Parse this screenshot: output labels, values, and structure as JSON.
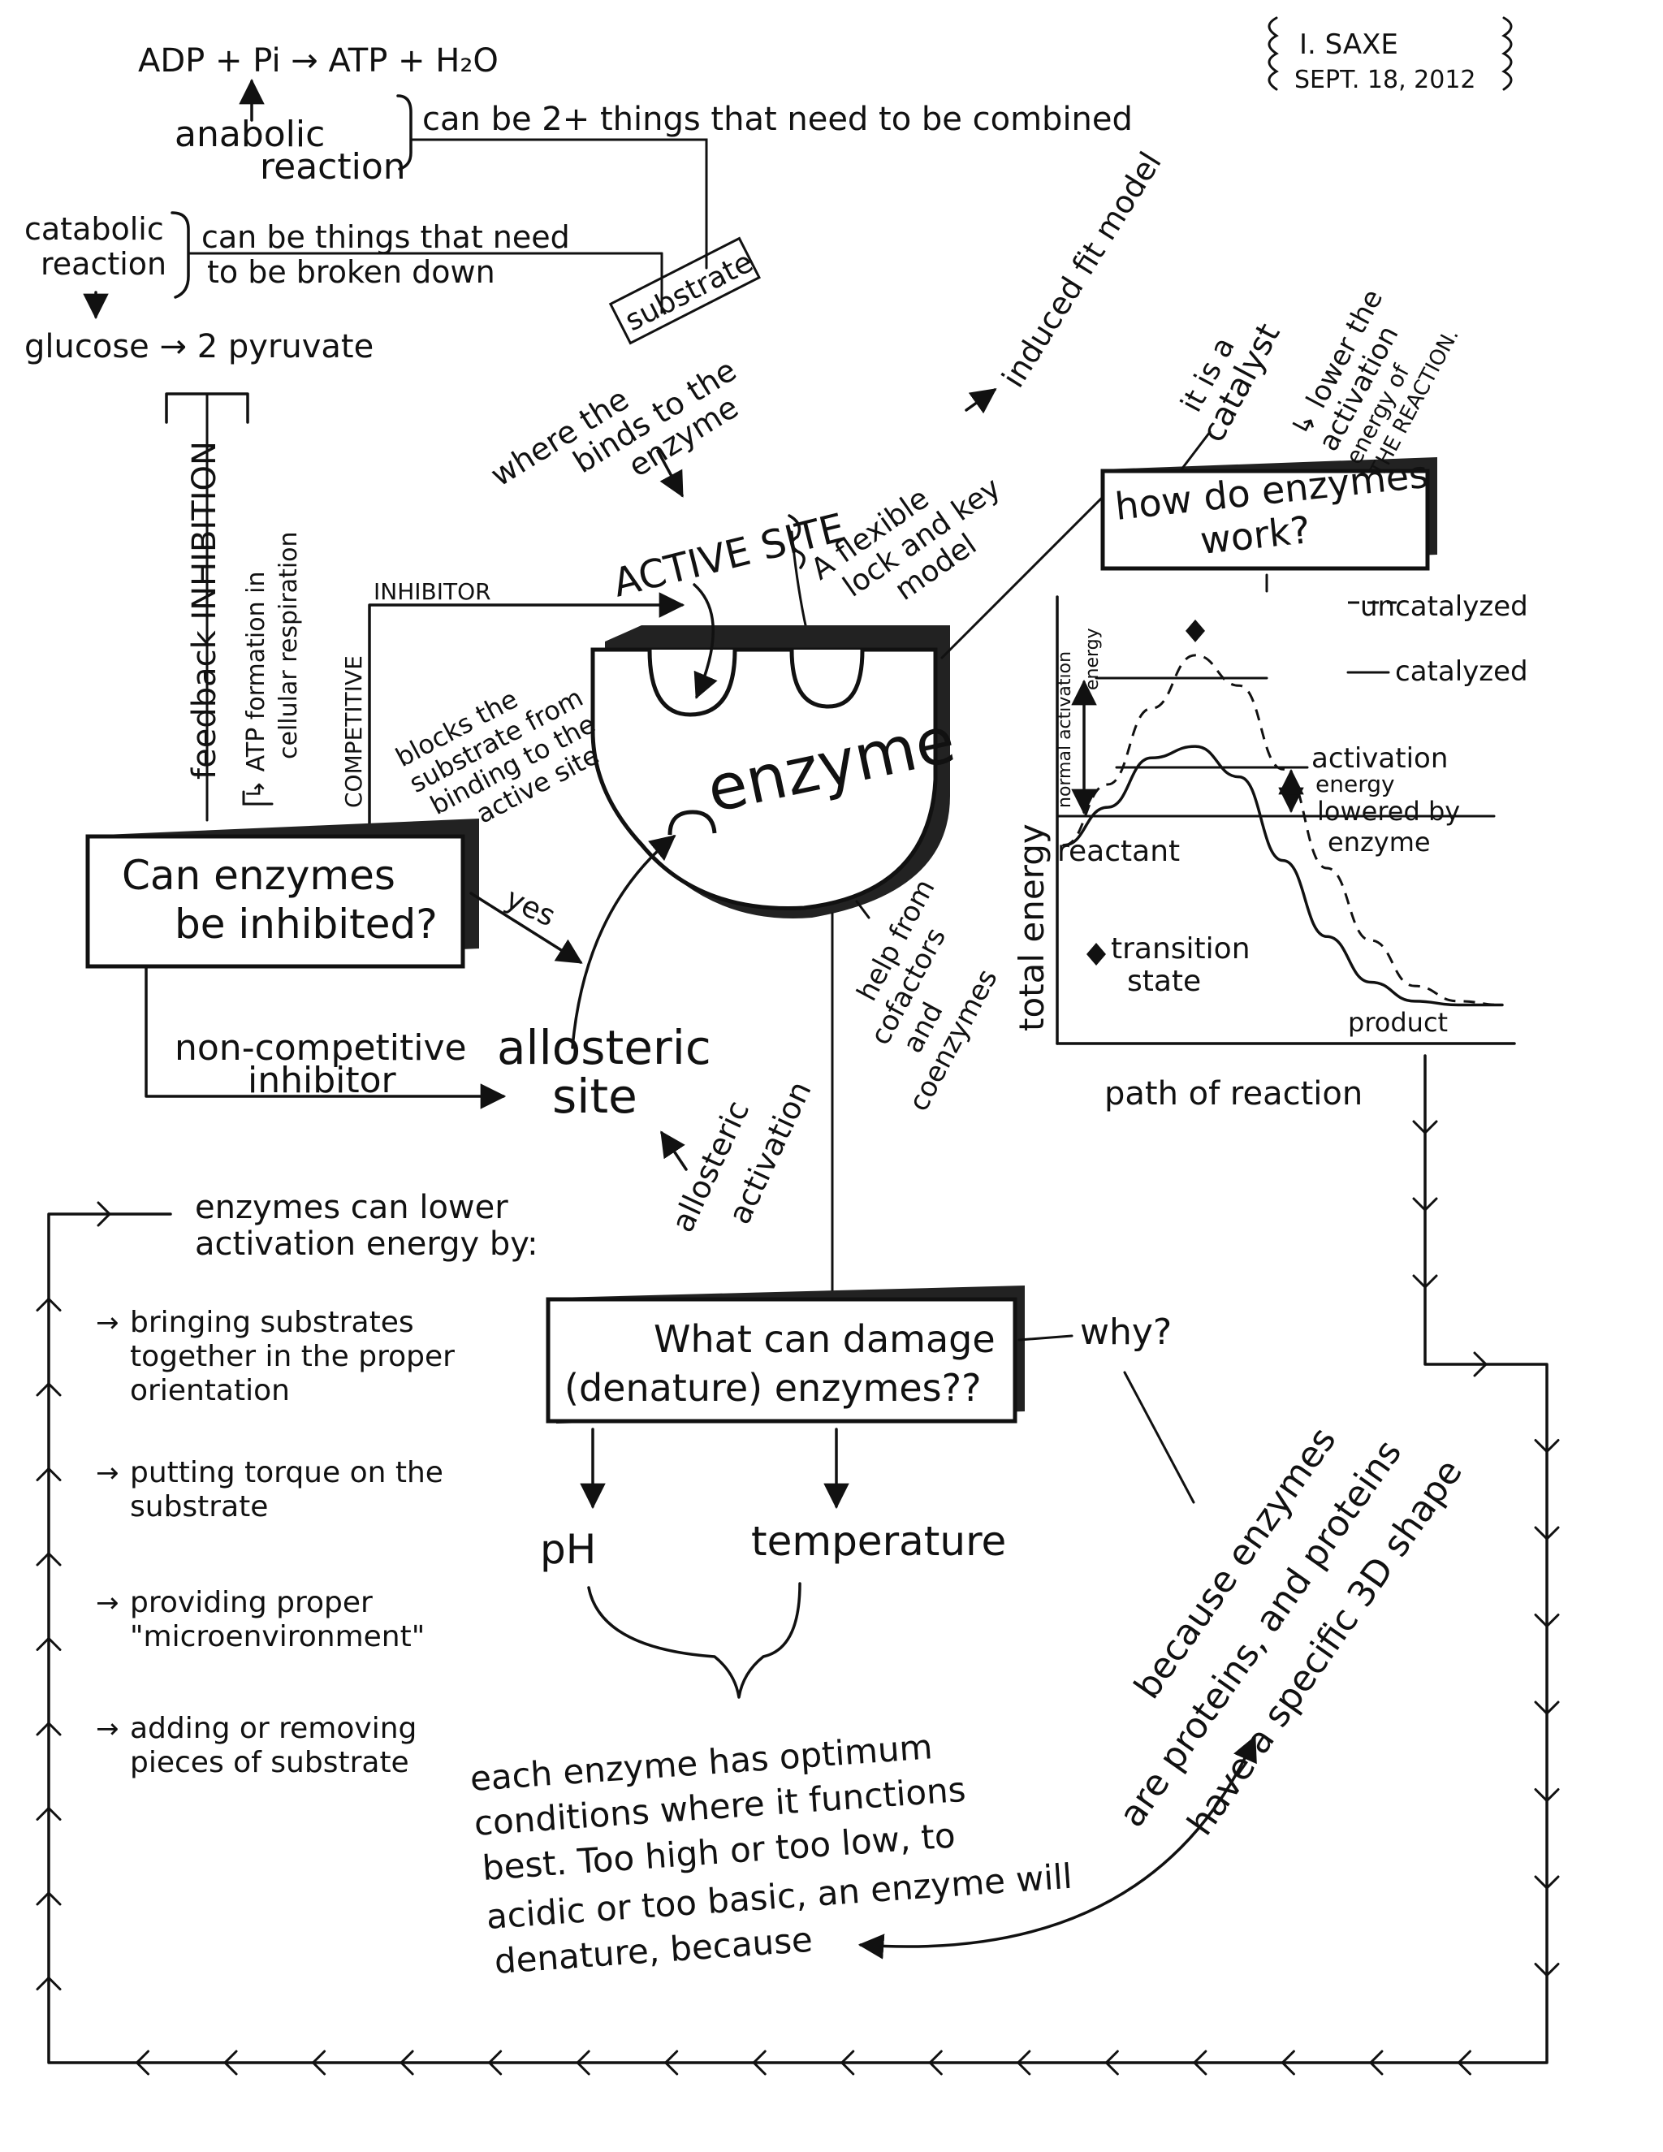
{
  "header": {
    "author": "I. SAXE",
    "date": "SEPT. 18, 2012"
  },
  "top": {
    "equation": "ADP + Pi → ATP + H₂O",
    "anabolic_1": "anabolic",
    "anabolic_2": "reaction",
    "anabolic_note": "can be 2+ things that need to be combined",
    "catabolic_1": "catabolic",
    "catabolic_2": "reaction",
    "catabolic_note_1": "can be things that need",
    "catabolic_note_2": "to be broken down",
    "glucose": "glucose → 2 pyruvate"
  },
  "center": {
    "substrate": "substrate",
    "binds_1": "where the",
    "binds_2": "binds to the",
    "binds_3": "enzyme",
    "active_site": "ACTIVE SITE",
    "flexible_1": "A flexible",
    "flexible_2": "lock and key",
    "flexible_3": "model",
    "induced_fit": "induced fit model",
    "enzyme": "enzyme",
    "inhibitor": "INHIBITOR",
    "competitive": "COMPETITIVE",
    "blocks_1": "blocks the",
    "blocks_2": "substrate from",
    "blocks_3": "binding to the",
    "blocks_4": "active site",
    "feedback": "feedback INHIBITION",
    "atp_1": "↳ ATP formation in",
    "atp_2": "cellular respiration",
    "yes": "yes",
    "noncomp_1": "non-competitive",
    "noncomp_2": "inhibitor",
    "allosteric_1": "allosteric",
    "allosteric_2": "site",
    "allo_act_1": "allosteric",
    "allo_act_2": "activation",
    "cofactors_1": "help from",
    "cofactors_2": "cofactors",
    "cofactors_3": "and",
    "cofactors_4": "coenzymes"
  },
  "boxes": {
    "inhibited_1": "Can enzymes",
    "inhibited_2": "be inhibited?",
    "how_1": "how do enzymes",
    "how_2": "work?",
    "damage_1": "What can damage",
    "damage_2": "(denature) enzymes??"
  },
  "catalyst": {
    "line1": "it is a",
    "line2": "catalyst",
    "lower_1": "↳ lower the",
    "lower_2": "activation",
    "lower_3": "energy of",
    "lower_4": "THE REACTION."
  },
  "chart_data": {
    "type": "line",
    "xlabel": "path of reaction",
    "ylabel": "total energy",
    "x": [
      0,
      1,
      2,
      3,
      4,
      5,
      6,
      7,
      8,
      9,
      10
    ],
    "series": [
      {
        "name": "uncatalyzed",
        "values": [
          5,
          6.6,
          8.6,
          10,
          9.2,
          7,
          4.4,
          2.5,
          1.3,
          0.9,
          0.8
        ]
      },
      {
        "name": "catalyzed",
        "values": [
          5,
          6,
          7.3,
          7.6,
          6.8,
          4.6,
          2.6,
          1.4,
          0.9,
          0.8,
          0.8
        ]
      }
    ],
    "labels": {
      "reactant": "reactant",
      "product": "product",
      "transition": "transition",
      "transition_2": "state",
      "normal_1": "normal activation",
      "normal_2": "energy",
      "lowered_1": "activation",
      "lowered_2": "energy",
      "lowered_3": "lowered by",
      "lowered_4": "enzyme"
    },
    "ylim": [
      0,
      11
    ]
  },
  "lower_energy": {
    "title_1": "enzymes can lower",
    "title_2": "activation energy by:",
    "items": [
      [
        "bringing substrates",
        "together in the proper",
        "orientation"
      ],
      [
        "putting torque on the",
        "substrate"
      ],
      [
        "providing proper",
        "\"microenvironment\""
      ],
      [
        "adding or removing",
        "pieces of substrate"
      ]
    ]
  },
  "denature": {
    "why": "why?",
    "ph": "pH",
    "temperature": "temperature",
    "optimum": [
      "each enzyme has optimum",
      "conditions where it functions",
      "best. Too high or too low, to",
      "acidic or too basic, an enzyme will",
      "denature, because"
    ],
    "because": [
      "because enzymes",
      "are proteins, and proteins",
      "have a specific 3D shape"
    ]
  }
}
